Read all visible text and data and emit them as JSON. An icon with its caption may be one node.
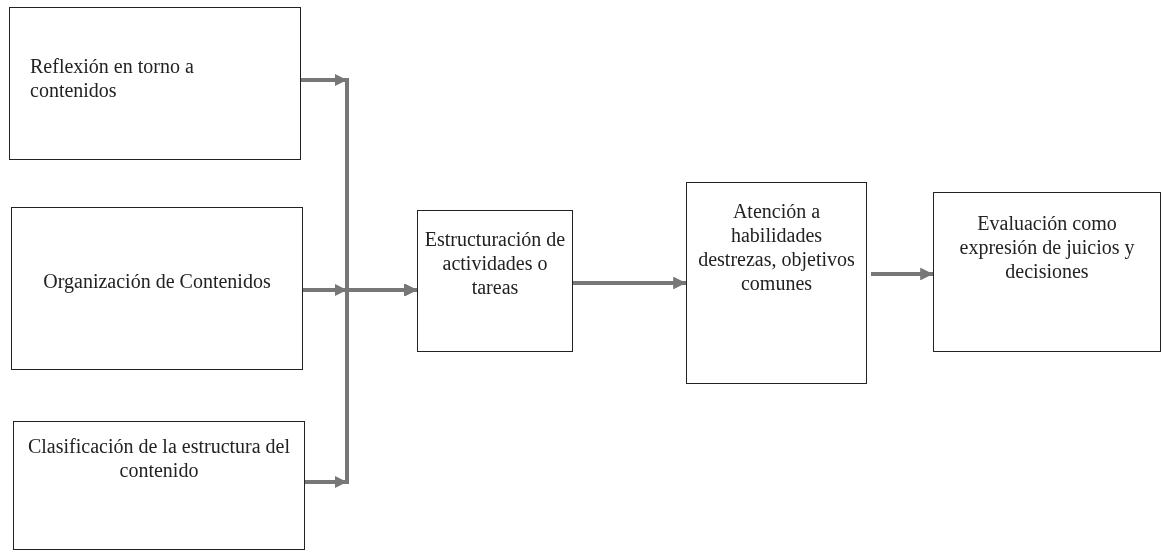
{
  "diagram": {
    "nodes": [
      {
        "text": [
          "Reflexión en torno a contenidos"
        ]
      },
      {
        "text": [
          "Organización de Contenidos"
        ]
      },
      {
        "text": [
          "Clasificación de la estructura del contenido"
        ]
      },
      {
        "text": [
          "Estructuración de actividades o tareas"
        ]
      },
      {
        "text": [
          "Atención a habilidades destrezas, objetivos comunes"
        ]
      },
      {
        "text": [
          "Evaluación como expresión de juicios y decisiones"
        ]
      }
    ],
    "edges": [
      {
        "from": 0,
        "to": 3,
        "arrow": "to"
      },
      {
        "from": 1,
        "to": 3,
        "arrow": "to"
      },
      {
        "from": 2,
        "to": 3,
        "arrow": "to"
      },
      {
        "from": 3,
        "to": 4,
        "arrow": "to"
      },
      {
        "from": 4,
        "to": 5,
        "arrow": "to"
      }
    ]
  }
}
